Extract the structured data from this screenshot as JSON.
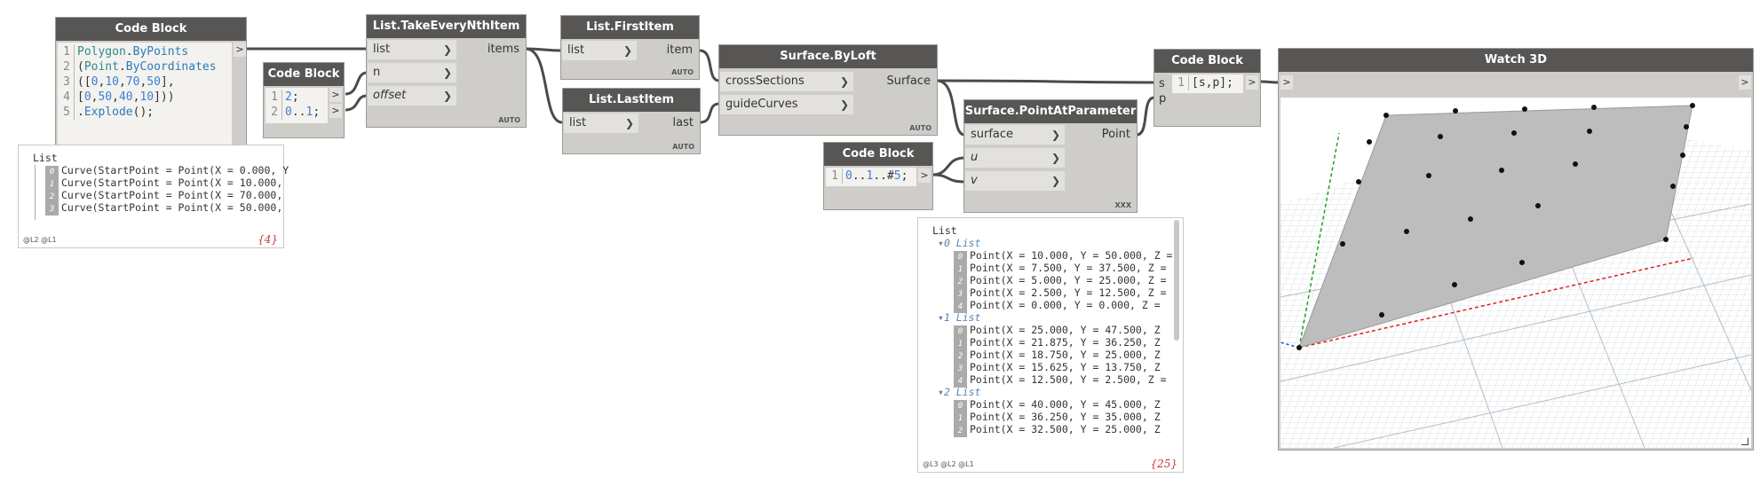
{
  "colors": {
    "header": "#585654",
    "node_body": "#cfcdca",
    "port_bg": "#e3e1de",
    "wire": "#4b4b4b",
    "surface": "#bdbdbd",
    "axis_x": "#e02020",
    "axis_y": "#20a020"
  },
  "node_cb1": {
    "title": "Code Block",
    "lines": [
      {
        "n": "1",
        "parts": [
          {
            "t": "Polygon",
            "c": "cls"
          },
          {
            "t": ".",
            "c": ""
          },
          {
            "t": "ByPoints",
            "c": "kw"
          }
        ]
      },
      {
        "n": "2",
        "parts": [
          {
            "t": "(",
            "c": ""
          },
          {
            "t": "Point",
            "c": "cls"
          },
          {
            "t": ".",
            "c": ""
          },
          {
            "t": "ByCoordinates",
            "c": "kw"
          }
        ]
      },
      {
        "n": "3",
        "parts": [
          {
            "t": "([",
            "c": ""
          },
          {
            "t": "0",
            "c": "num"
          },
          {
            "t": ",",
            "c": ""
          },
          {
            "t": "10",
            "c": "num"
          },
          {
            "t": ",",
            "c": ""
          },
          {
            "t": "70",
            "c": "num"
          },
          {
            "t": ",",
            "c": ""
          },
          {
            "t": "50",
            "c": "num"
          },
          {
            "t": "],",
            "c": ""
          }
        ]
      },
      {
        "n": "4",
        "parts": [
          {
            "t": "[",
            "c": ""
          },
          {
            "t": "0",
            "c": "num"
          },
          {
            "t": ",",
            "c": ""
          },
          {
            "t": "50",
            "c": "num"
          },
          {
            "t": ",",
            "c": ""
          },
          {
            "t": "40",
            "c": "num"
          },
          {
            "t": ",",
            "c": ""
          },
          {
            "t": "10",
            "c": "num"
          },
          {
            "t": "]))",
            "c": ""
          }
        ]
      },
      {
        "n": "5",
        "parts": [
          {
            "t": ".",
            "c": ""
          },
          {
            "t": "Explode",
            "c": "kw"
          },
          {
            "t": "();",
            "c": ""
          }
        ]
      }
    ],
    "out_arrow": ">"
  },
  "preview1": {
    "root": "List",
    "items": [
      {
        "i": "0",
        "text": "Curve(StartPoint = Point(X = 0.000, Y"
      },
      {
        "i": "1",
        "text": "Curve(StartPoint = Point(X = 10.000,"
      },
      {
        "i": "2",
        "text": "Curve(StartPoint = Point(X = 70.000,"
      },
      {
        "i": "3",
        "text": "Curve(StartPoint = Point(X = 50.000,"
      }
    ],
    "levels": "@L2 @L1",
    "count": "{4}"
  },
  "node_cb2": {
    "title": "Code Block",
    "lines": [
      {
        "n": "1",
        "parts": [
          {
            "t": "2",
            "c": "num"
          },
          {
            "t": ";",
            "c": ""
          }
        ]
      },
      {
        "n": "2",
        "parts": [
          {
            "t": "0",
            "c": "num"
          },
          {
            "t": "..",
            "c": ""
          },
          {
            "t": "1",
            "c": "num"
          },
          {
            "t": ";",
            "c": ""
          }
        ]
      }
    ],
    "out_arrow": ">"
  },
  "node_take": {
    "title": "List.TakeEveryNthItem",
    "inputs": [
      "list",
      "n",
      "offset"
    ],
    "output": "items",
    "lacing": "AUTO"
  },
  "node_first": {
    "title": "List.FirstItem",
    "input": "list",
    "output": "item",
    "lacing": "AUTO"
  },
  "node_last": {
    "title": "List.LastItem",
    "input": "list",
    "output": "last",
    "lacing": "AUTO"
  },
  "node_loft": {
    "title": "Surface.ByLoft",
    "inputs": [
      "crossSections",
      "guideCurves"
    ],
    "output": "Surface",
    "lacing": "AUTO"
  },
  "node_cb3": {
    "title": "Code Block",
    "lines": [
      {
        "n": "1",
        "parts": [
          {
            "t": "0",
            "c": "num"
          },
          {
            "t": "..",
            "c": ""
          },
          {
            "t": "1",
            "c": "num"
          },
          {
            "t": "..#",
            "c": ""
          },
          {
            "t": "5",
            "c": "num"
          },
          {
            "t": ";",
            "c": ""
          }
        ]
      }
    ],
    "out_arrow": ">"
  },
  "node_pap": {
    "title": "Surface.PointAtParameter",
    "inputs": [
      "surface",
      "u",
      "v"
    ],
    "output": "Point",
    "lacing": "XXX"
  },
  "preview2": {
    "root": "List",
    "groups": [
      {
        "label": "0 List",
        "items": [
          {
            "i": "0",
            "text": "Point(X = 10.000, Y = 50.000, Z ="
          },
          {
            "i": "1",
            "text": "Point(X = 7.500, Y = 37.500, Z ="
          },
          {
            "i": "2",
            "text": "Point(X = 5.000, Y = 25.000, Z ="
          },
          {
            "i": "3",
            "text": "Point(X = 2.500, Y = 12.500, Z ="
          },
          {
            "i": "4",
            "text": "Point(X = 0.000, Y = 0.000, Z ="
          }
        ]
      },
      {
        "label": "1 List",
        "items": [
          {
            "i": "0",
            "text": "Point(X = 25.000, Y = 47.500, Z"
          },
          {
            "i": "1",
            "text": "Point(X = 21.875, Y = 36.250, Z"
          },
          {
            "i": "2",
            "text": "Point(X = 18.750, Y = 25.000, Z"
          },
          {
            "i": "3",
            "text": "Point(X = 15.625, Y = 13.750, Z"
          },
          {
            "i": "4",
            "text": "Point(X = 12.500, Y = 2.500, Z ="
          }
        ]
      },
      {
        "label": "2 List",
        "items": [
          {
            "i": "0",
            "text": "Point(X = 40.000, Y = 45.000, Z"
          },
          {
            "i": "1",
            "text": "Point(X = 36.250, Y = 35.000, Z"
          },
          {
            "i": "2",
            "text": "Point(X = 32.500, Y = 25.000, Z"
          }
        ]
      }
    ],
    "levels": "@L3 @L2 @L1",
    "count": "{25}"
  },
  "node_cb4": {
    "title": "Code Block",
    "inputs": [
      "s",
      "p"
    ],
    "lines": [
      {
        "n": "1",
        "parts": [
          {
            "t": "[s,p];",
            "c": ""
          }
        ]
      }
    ],
    "out_arrow": ">"
  },
  "node_watch": {
    "title": "Watch 3D",
    "in_arrow": ">",
    "out_arrow": ">"
  }
}
